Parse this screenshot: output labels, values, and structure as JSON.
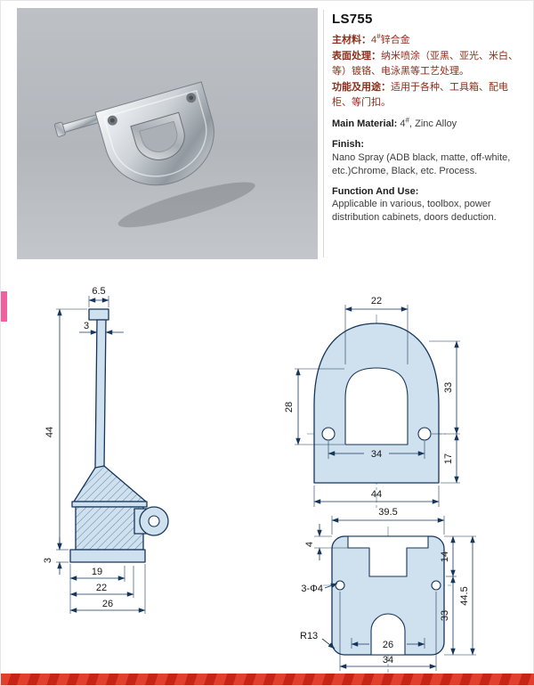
{
  "colors": {
    "accent_red": "#d93125",
    "tab_pink": "#f0609e",
    "drawing_line": "#16365a",
    "part_fill": "#cfe0ee",
    "photo_bg": "#b6babf",
    "zh_text": "#8c2e1b"
  },
  "product": {
    "title": "LS755",
    "zh": {
      "material_label": "主材料：",
      "material_v1": "4",
      "material_sup": "#",
      "material_v2": "锌合金",
      "finish_label": "表面处理：",
      "finish_value": "纳米喷涂（亚黑、亚光、米白、等）镀铬、电泳黑等工艺处理。",
      "function_label": "功能及用途：",
      "function_value": "适用于各种、工具箱、配电柜、等门扣。"
    },
    "en": {
      "material_label": "Main Material:",
      "material_v1": " 4",
      "material_sup": "#",
      "material_v2": ", Zinc Alloy",
      "finish_label": "Finish:",
      "finish_value": "Nano Spray (ADB black, matte, off-white, etc.)Chrome, Black, etc. Process.",
      "function_label": "Function And Use:",
      "function_value": "Applicable in various, toolbox, power distribution cabinets, doors deduction."
    }
  },
  "drawings": {
    "side": {
      "top_width": "6.5",
      "thickness": "3",
      "height": "44",
      "base_thickness": "3",
      "depth_a": "19",
      "depth_b": "22",
      "depth_c": "26"
    },
    "front": {
      "slot_width": "22",
      "slot_height": "28",
      "upper_height": "33",
      "hole_span": "34",
      "lower_height": "17",
      "width": "44"
    },
    "bottom": {
      "width": "39.5",
      "lip_depth": "4",
      "slot_depth": "14",
      "height": "44.5",
      "side_height": "33",
      "hole_note": "3-Φ4",
      "corner_radius": "R13",
      "inner_span": "26",
      "hole_span": "34"
    }
  }
}
